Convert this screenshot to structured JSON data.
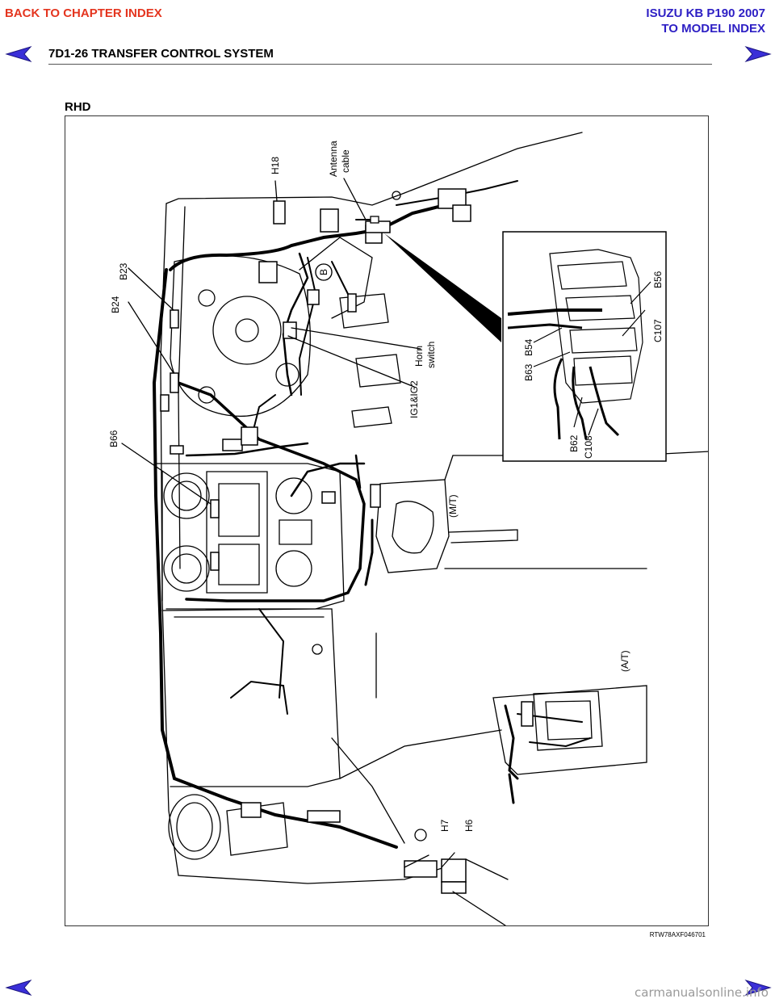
{
  "nav": {
    "back_to_chapter": "BACK TO CHAPTER INDEX",
    "model_title": "ISUZU KB P190 2007",
    "to_model_index": "TO MODEL INDEX",
    "prev_icon": "left-arrow-icon",
    "next_icon": "right-arrow-icon"
  },
  "header": {
    "title": "7D1-26  TRANSFER CONTROL SYSTEM"
  },
  "section_label": "RHD",
  "figure": {
    "labels": {
      "h18": "H18",
      "antenna_line1": "Antenna",
      "antenna_line2": "cable",
      "b23": "B23",
      "b24": "B24",
      "b66": "B66",
      "horn_line1": "Horn",
      "horn_line2": "switch",
      "ig": "IG1&IG2",
      "mt": "(M/T)",
      "at": "(A/T)",
      "h7": "H7",
      "h6": "H6",
      "b56": "B56",
      "c107": "C107",
      "b54": "B54",
      "b63": "B63",
      "b62": "B62",
      "c108": "C108",
      "b_circle": "B"
    },
    "code": "RTW78AXF046701"
  },
  "watermark": "carmanualsonline.info",
  "colors": {
    "chapter_link": "#e4351f",
    "model_link": "#2d1fc4",
    "arrow": "#3a2fd8"
  }
}
